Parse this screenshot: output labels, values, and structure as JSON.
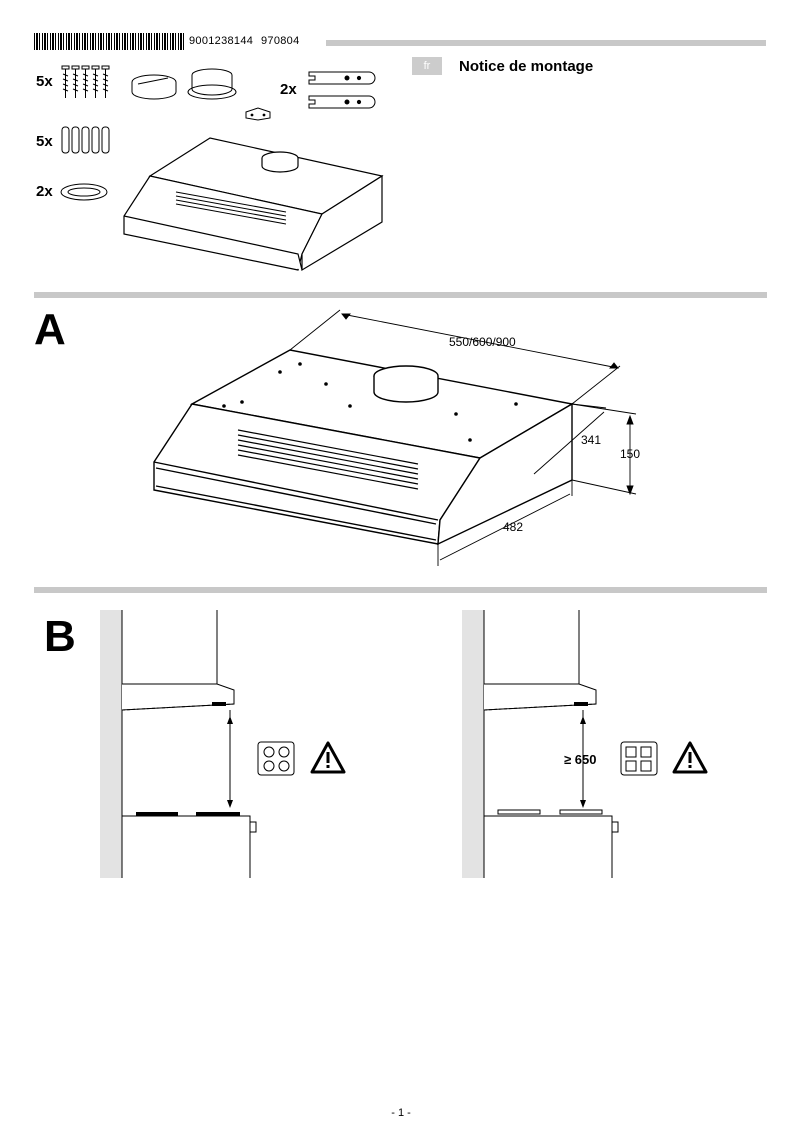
{
  "header": {
    "product_code": "9001238144",
    "date_code": "970804",
    "language_tag": "fr",
    "title": "Notice de montage"
  },
  "parts": {
    "screws_qty": "5x",
    "dowels_qty": "5x",
    "plugs_qty": "2x",
    "brackets_qty": "2x"
  },
  "section_a": {
    "letter": "A",
    "width_label": "550/600/900",
    "depth_top_label": "341",
    "height_label": "150",
    "depth_bottom_label": "482"
  },
  "section_b": {
    "letter": "B",
    "min_distance_label": "≥ 650"
  },
  "footer": {
    "page_number": "- 1 -"
  }
}
